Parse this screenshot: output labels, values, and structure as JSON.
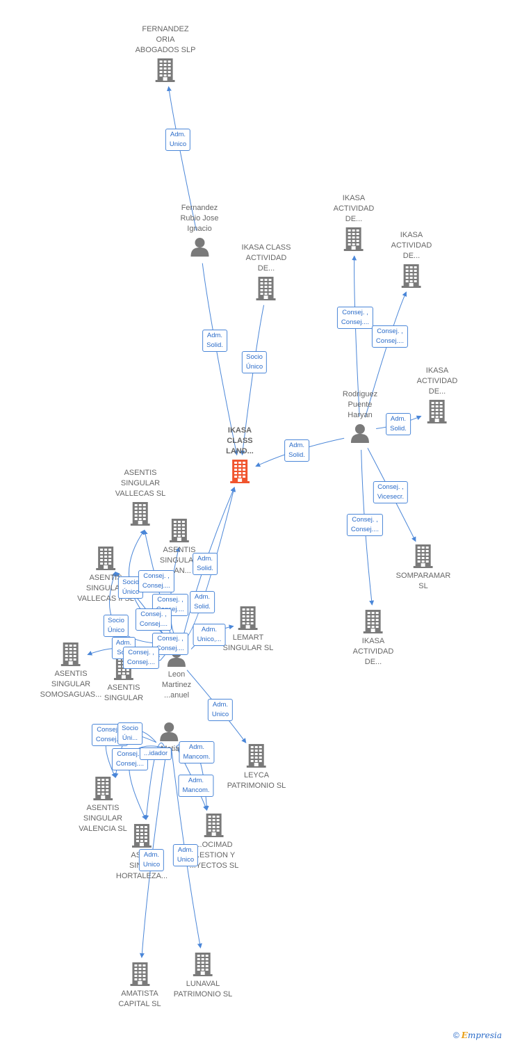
{
  "colors": {
    "edge": "#4a86d8",
    "company": "#7a7a7a",
    "focus": "#f0542d",
    "person": "#7a7a7a",
    "label": "#666666"
  },
  "nodes": [
    {
      "id": "fernandez_oria",
      "type": "company",
      "label": "FERNANDEZ\nORIA\nABOGADOS SLP",
      "label_pos": "above"
    },
    {
      "id": "fernandez_rubio",
      "type": "person",
      "label": "Fernandez\nRubio Jose\nIgnacio",
      "label_pos": "above"
    },
    {
      "id": "ikasa_class_act",
      "type": "company",
      "label": "IKASA CLASS\nACTIVIDAD\nDE...",
      "label_pos": "above"
    },
    {
      "id": "ikasa_act_1",
      "type": "company",
      "label": "IKASA\nACTIVIDAD\nDE...",
      "label_pos": "above"
    },
    {
      "id": "ikasa_act_2",
      "type": "company",
      "label": "IKASA\nACTIVIDAD\nDE...",
      "label_pos": "above"
    },
    {
      "id": "ikasa_act_3",
      "type": "company",
      "label": "IKASA\nACTIVIDAD\nDE...",
      "label_pos": "above"
    },
    {
      "id": "rodriguez",
      "type": "person",
      "label": "Rodriguez\nPuente\nHaryan",
      "label_pos": "above"
    },
    {
      "id": "ikasa_land",
      "type": "focus",
      "label": "IKASA\nCLASS\nLAND...",
      "label_pos": "above"
    },
    {
      "id": "somparamar",
      "type": "company",
      "label": "SOMPARAMAR\nSL",
      "label_pos": "below"
    },
    {
      "id": "ikasa_act_4",
      "type": "company",
      "label": "IKASA\nACTIVIDAD\nDE...",
      "label_pos": "below"
    },
    {
      "id": "asentis_vallecas",
      "type": "company",
      "label": "ASENTIS\nSINGULAR\nVALLECAS SL",
      "label_pos": "above"
    },
    {
      "id": "asentis_singular_a",
      "type": "company",
      "label": "ASENTIS\nSINGULAR\n...AN...",
      "label_pos": "below"
    },
    {
      "id": "asentis_vallecas_ii",
      "type": "company",
      "label": "ASENTIS\nSINGULAR\nVALLECAS II SL",
      "label_pos": "below"
    },
    {
      "id": "lemart",
      "type": "company",
      "label": "LEMART\nSINGULAR SL",
      "label_pos": "below"
    },
    {
      "id": "asentis_somosaguas",
      "type": "company",
      "label": "ASENTIS\nSINGULAR\nSOMOSAGUAS...",
      "label_pos": "below"
    },
    {
      "id": "asentis_singular_b",
      "type": "company",
      "label": "ASENTIS\nSINGULAR",
      "label_pos": "below"
    },
    {
      "id": "leon_martinez",
      "type": "person",
      "label": "Leon\nMartinez\n...anuel",
      "label_pos": "below"
    },
    {
      "id": "person_b",
      "type": "person",
      "label": "...Matias",
      "label_pos": "below"
    },
    {
      "id": "leyca",
      "type": "company",
      "label": "LEYCA\nPATRIMONIO SL",
      "label_pos": "below"
    },
    {
      "id": "asentis_valencia",
      "type": "company",
      "label": "ASENTIS\nSINGULAR\nVALENCIA SL",
      "label_pos": "below"
    },
    {
      "id": "asentis_hortaleza",
      "type": "company",
      "label": "ASE...\nSING...\nHORTALEZA...",
      "label_pos": "below"
    },
    {
      "id": "socimad",
      "type": "company",
      "label": "...OCIMAD\n...ESTION Y\n...YECTOS SL",
      "label_pos": "below"
    },
    {
      "id": "amatista",
      "type": "company",
      "label": "AMATISTA\nCAPITAL SL",
      "label_pos": "below"
    },
    {
      "id": "lunaval",
      "type": "company",
      "label": "LUNAVAL\nPATRIMONIO SL",
      "label_pos": "below"
    }
  ],
  "edges": [
    {
      "from": "fernandez_rubio",
      "to": "fernandez_oria",
      "label": "Adm.\nUnico"
    },
    {
      "from": "fernandez_rubio",
      "to": "ikasa_land",
      "label": "Adm.\nSolid."
    },
    {
      "from": "ikasa_class_act",
      "to": "ikasa_land",
      "label": "Socio\nÚnico"
    },
    {
      "from": "rodriguez",
      "to": "ikasa_act_1",
      "label": "Consej. ,\nConsej...."
    },
    {
      "from": "rodriguez",
      "to": "ikasa_act_2",
      "label": "Consej. ,\nConsej...."
    },
    {
      "from": "rodriguez",
      "to": "ikasa_act_3",
      "label": "Adm.\nSolid."
    },
    {
      "from": "rodriguez",
      "to": "ikasa_land",
      "label": "Adm.\nSolid."
    },
    {
      "from": "rodriguez",
      "to": "somparamar",
      "label": "Consej. ,\nVicesecr."
    },
    {
      "from": "rodriguez",
      "to": "ikasa_act_4",
      "label": "Consej. ,\nConsej...."
    },
    {
      "from": "leon_martinez",
      "to": "ikasa_land",
      "label": "Adm.\nSolid."
    },
    {
      "from": "leon_martinez",
      "to": "ikasa_land",
      "label": "Adm.\nSolid."
    },
    {
      "from": "leon_martinez",
      "to": "asentis_vallecas",
      "label": "Socio\nÚnico"
    },
    {
      "from": "leon_martinez",
      "to": "asentis_vallecas",
      "label": "Consej. ,\nConsej...."
    },
    {
      "from": "leon_martinez",
      "to": "asentis_singular_a",
      "label": "Consej. ,\nConsej...."
    },
    {
      "from": "leon_martinez",
      "to": "asentis_vallecas_ii",
      "label": "Consej. ,\nConsej...."
    },
    {
      "from": "leon_martinez",
      "to": "asentis_vallecas_ii",
      "label": "Socio\nÚnico"
    },
    {
      "from": "leon_martinez",
      "to": "asentis_somosaguas",
      "label": "Adm.\nSo..."
    },
    {
      "from": "leon_martinez",
      "to": "asentis_singular_b",
      "label": "Consej. ,\nConsej...."
    },
    {
      "from": "leon_martinez",
      "to": "lemart",
      "label": "Adm.\nUnico,..."
    },
    {
      "from": "leon_martinez",
      "to": "asentis_singular_b",
      "label": "Consej. ,\nConsej...."
    },
    {
      "from": "leon_martinez",
      "to": "leyca",
      "label": "Adm.\nUnico"
    },
    {
      "from": "person_b",
      "to": "asentis_valencia",
      "label": "Consej. ,\nConsej...."
    },
    {
      "from": "person_b",
      "to": "asentis_valencia",
      "label": "Socio\nÚni..."
    },
    {
      "from": "person_b",
      "to": "asentis_hortaleza",
      "label": "Consej. ,\nConsej...."
    },
    {
      "from": "person_b",
      "to": "asentis_hortaleza",
      "label": "...idador"
    },
    {
      "from": "person_b",
      "to": "socimad",
      "label": "Adm.\nMancom."
    },
    {
      "from": "person_b",
      "to": "socimad",
      "label": "Adm.\nMancom."
    },
    {
      "from": "person_b",
      "to": "amatista",
      "label": "Adm.\nUnico"
    },
    {
      "from": "person_b",
      "to": "lunaval",
      "label": "Adm.\nUnico"
    }
  ],
  "footer": {
    "copyright": "©",
    "brand_initial": "E",
    "brand_rest": "mpresia"
  }
}
